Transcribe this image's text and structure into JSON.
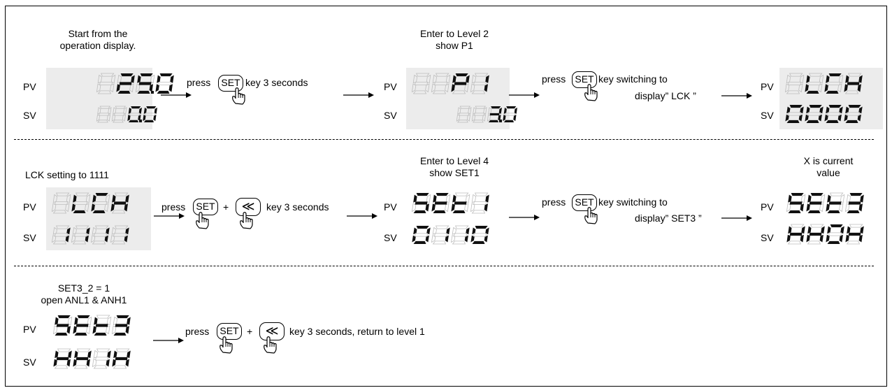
{
  "row1": {
    "display1": {
      "caption": "Start from the\noperation display.",
      "pv_label": "PV",
      "sv_label": "SV",
      "pv": "25.0",
      "sv": "0.0"
    },
    "action1": {
      "pre": "press",
      "key": "SET",
      "post": "key 3 seconds"
    },
    "display2": {
      "caption": "Enter to Level 2\nshow P1",
      "pv_label": "PV",
      "sv_label": "SV",
      "pv": "P1",
      "sv": "3.0"
    },
    "action2": {
      "pre": "press",
      "key": "SET",
      "post": "key switching to",
      "post2": "display” LCK ”"
    },
    "display3": {
      "pv_label": "PV",
      "sv_label": "SV",
      "pv": "LCK",
      "sv": "0000"
    }
  },
  "row2": {
    "display1": {
      "caption": "LCK setting to 1111",
      "pv_label": "PV",
      "sv_label": "SV",
      "pv": "LCK",
      "sv": "1111"
    },
    "action1": {
      "pre": "press",
      "key": "SET",
      "plus": "+",
      "key2": "≪",
      "post": "key 3 seconds"
    },
    "display2": {
      "caption": "Enter to Level 4\nshow SET1",
      "pv_label": "PV",
      "sv_label": "SV",
      "pv": "SET1",
      "sv": "0110"
    },
    "action2": {
      "pre": "press",
      "key": "SET",
      "post": "key switching to",
      "post2": "display” SET3 ”"
    },
    "display3": {
      "caption": "X is current\nvalue",
      "pv_label": "PV",
      "sv_label": "SV",
      "pv": "SET3",
      "sv": "XX0X"
    }
  },
  "row3": {
    "display1": {
      "caption": "SET3_2 = 1\nopen ANL1 & ANH1",
      "pv_label": "PV",
      "sv_label": "SV",
      "pv": "SET3",
      "sv": "XX1X"
    },
    "action1": {
      "pre": "press",
      "key": "SET",
      "plus": "+",
      "key2": "≪",
      "post": "key 3 seconds, return to level 1"
    }
  }
}
